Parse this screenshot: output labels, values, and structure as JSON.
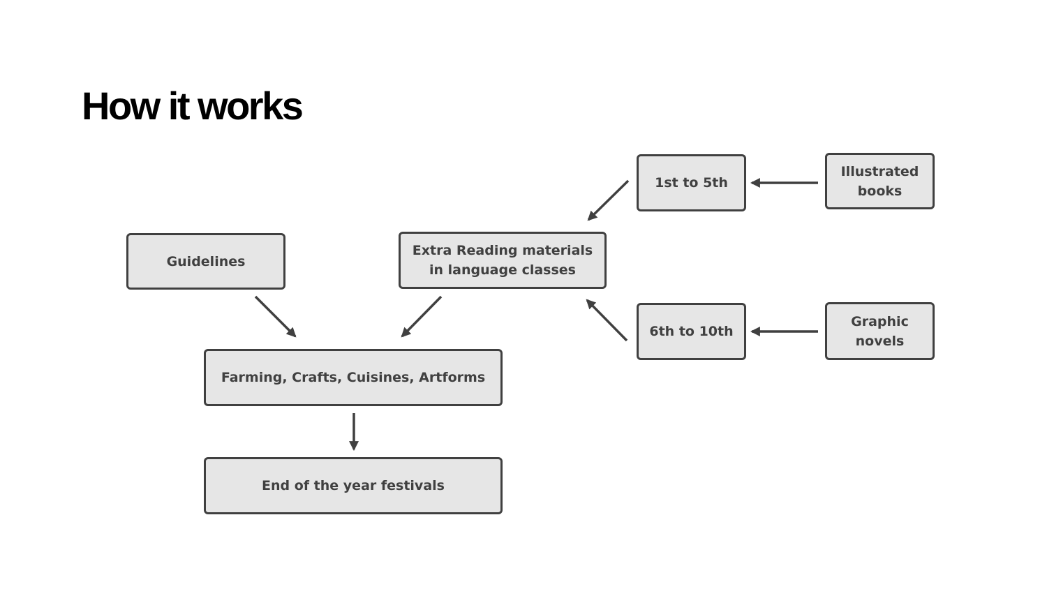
{
  "title": "How it works",
  "colors": {
    "box_fill": "#e6e6e6",
    "box_border": "#404040",
    "text": "#404040",
    "arrow": "#404040",
    "title": "#000000"
  },
  "nodes": {
    "guidelines": "Guidelines",
    "extra_reading": [
      "Extra Reading materials",
      "in language classes"
    ],
    "first_to_fifth": "1st to 5th",
    "illustrated_books": [
      "Illustrated",
      "books"
    ],
    "sixth_to_tenth": "6th to 10th",
    "graphic_novels": [
      "Graphic",
      "novels"
    ],
    "farming": "Farming, Crafts, Cuisines, Artforms",
    "festivals": "End of the year festivals"
  },
  "edges": [
    {
      "from": "illustrated_books",
      "to": "first_to_fifth"
    },
    {
      "from": "graphic_novels",
      "to": "sixth_to_tenth"
    },
    {
      "from": "first_to_fifth",
      "to": "extra_reading"
    },
    {
      "from": "sixth_to_tenth",
      "to": "extra_reading"
    },
    {
      "from": "guidelines",
      "to": "farming"
    },
    {
      "from": "extra_reading",
      "to": "farming"
    },
    {
      "from": "farming",
      "to": "festivals"
    }
  ]
}
